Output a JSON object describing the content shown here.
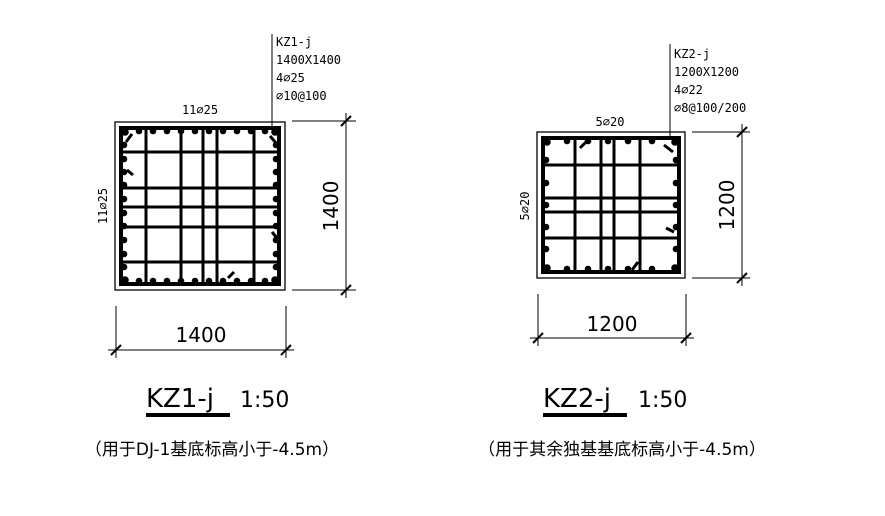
{
  "columns": [
    {
      "id": "kz1",
      "tag_name": "KZ1-j",
      "tag_size": "1400X1400",
      "tag_corner_bars": "4⌀25",
      "tag_stirrups": "⌀10@100",
      "top_bars": "11⌀25",
      "side_bars": "11⌀25",
      "dim_horizontal": "1400",
      "dim_vertical": "1400",
      "title_name": "KZ1-j",
      "title_scale": "1:50",
      "note": "（用于DJ-1基底标高小于-4.5m）"
    },
    {
      "id": "kz2",
      "tag_name": "KZ2-j",
      "tag_size": "1200X1200",
      "tag_corner_bars": "4⌀22",
      "tag_stirrups": "⌀8@100/200",
      "top_bars": "5⌀20",
      "side_bars": "5⌀20",
      "dim_horizontal": "1200",
      "dim_vertical": "1200",
      "title_name": "KZ2-j",
      "title_scale": "1:50",
      "note": "（用于其余独基基底标高小于-4.5m）"
    }
  ],
  "colors": {
    "line": "#000000",
    "background": "#ffffff"
  }
}
